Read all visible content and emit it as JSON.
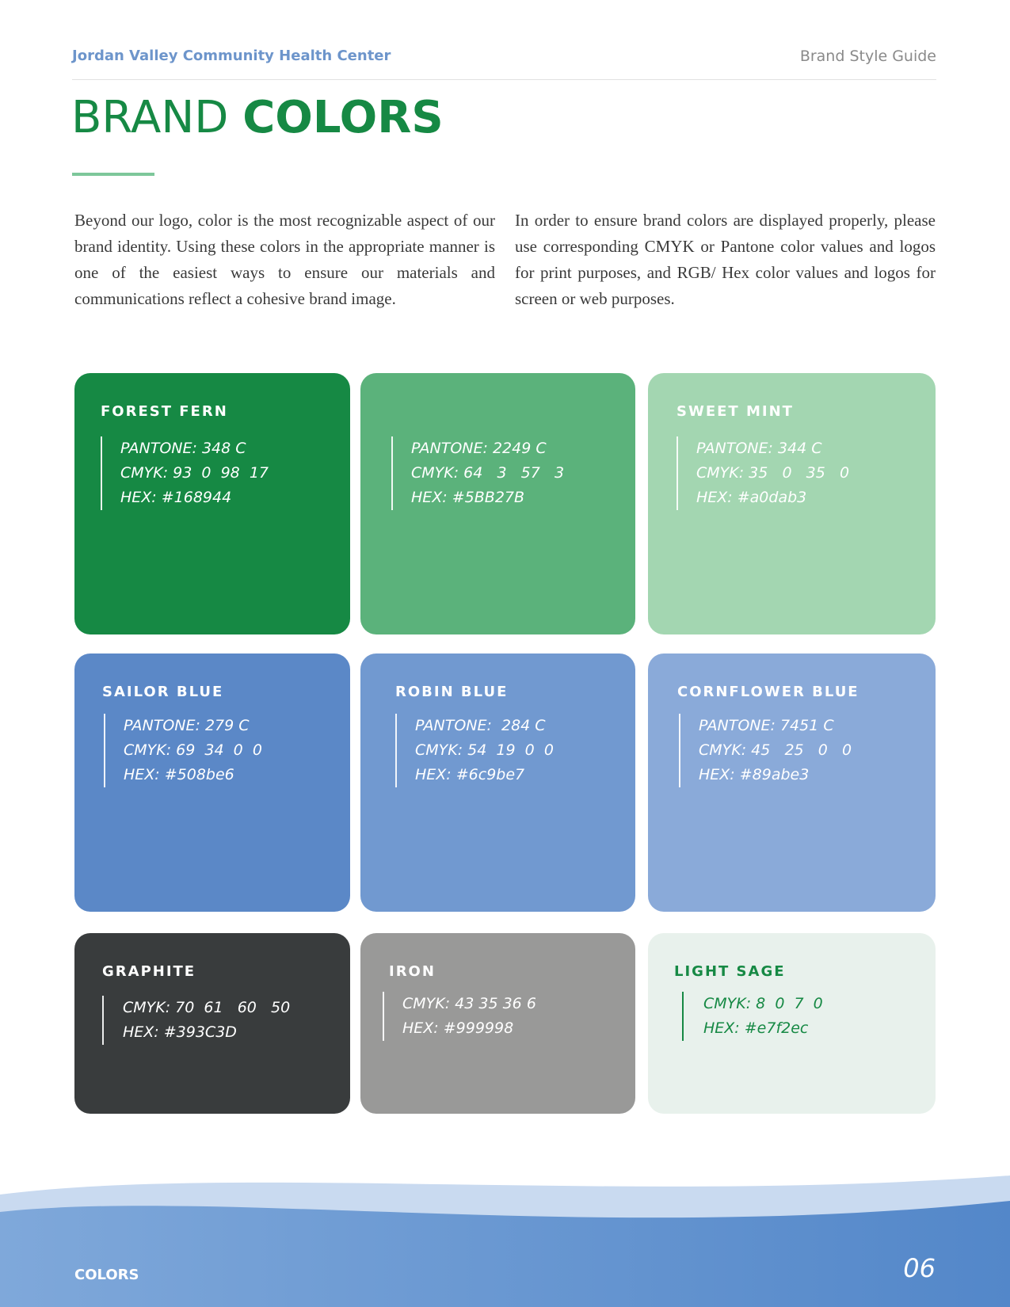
{
  "header": {
    "org_name": "Jordan Valley Community Health Center",
    "doc_label": "Brand Style Guide"
  },
  "title": {
    "light": "BRAND",
    "bold": "COLORS"
  },
  "intro": {
    "left": "Beyond our logo, color is the most recognizable aspect of our brand identity. Using these colors in the appropriate manner is one of the easiest ways to ensure our materials and communications reflect a cohesive brand image.",
    "right": "In order to ensure brand colors are displayed properly, please use corresponding CMYK or Pantone color values and logos for print purposes, and RGB/ Hex color values and logos for screen or web purposes."
  },
  "swatches": [
    {
      "name": "FOREST FERN",
      "color": "#168944",
      "lines": [
        "PANTONE: 348 C",
        "CMYK: 93  0  98  17",
        "HEX: #168944"
      ]
    },
    {
      "name": "",
      "color": "#5bb27b",
      "lines": [
        "PANTONE: 2249 C",
        "CMYK: 64   3   57   3",
        "HEX: #5BB27B"
      ]
    },
    {
      "name": "SWEET MINT",
      "color": "#a3d6b1",
      "lines": [
        "PANTONE: 344 C",
        "CMYK: 35   0   35   0",
        "HEX: #a0dab3"
      ]
    },
    {
      "name": "SAILOR BLUE",
      "color": "#5b88c7",
      "lines": [
        "PANTONE: 279 C",
        "CMYK: 69  34  0  0",
        "HEX: #508be6"
      ]
    },
    {
      "name": "ROBIN BLUE",
      "color": "#7199d0",
      "lines": [
        "PANTONE:  284 C",
        "CMYK: 54  19  0  0",
        "HEX: #6c9be7"
      ]
    },
    {
      "name": "CORNFLOWER BLUE",
      "color": "#8aaad9",
      "lines": [
        "PANTONE: 7451 C",
        "CMYK: 45   25   0   0",
        "HEX: #89abe3"
      ]
    },
    {
      "name": "GRAPHITE",
      "color": "#393c3d",
      "lines": [
        "CMYK: 70  61   60   50",
        "HEX: #393C3D"
      ]
    },
    {
      "name": "IRON",
      "color": "#999998",
      "lines": [
        "CMYK: 43 35 36 6",
        "HEX: #999998"
      ]
    },
    {
      "name": "LIGHT SAGE",
      "color": "#e8f1ec",
      "text_color": "#168944",
      "lines": [
        "CMYK: 8  0  7  0",
        "HEX: #e7f2ec"
      ]
    }
  ],
  "footer": {
    "section": "COLORS",
    "page_number": "06"
  }
}
